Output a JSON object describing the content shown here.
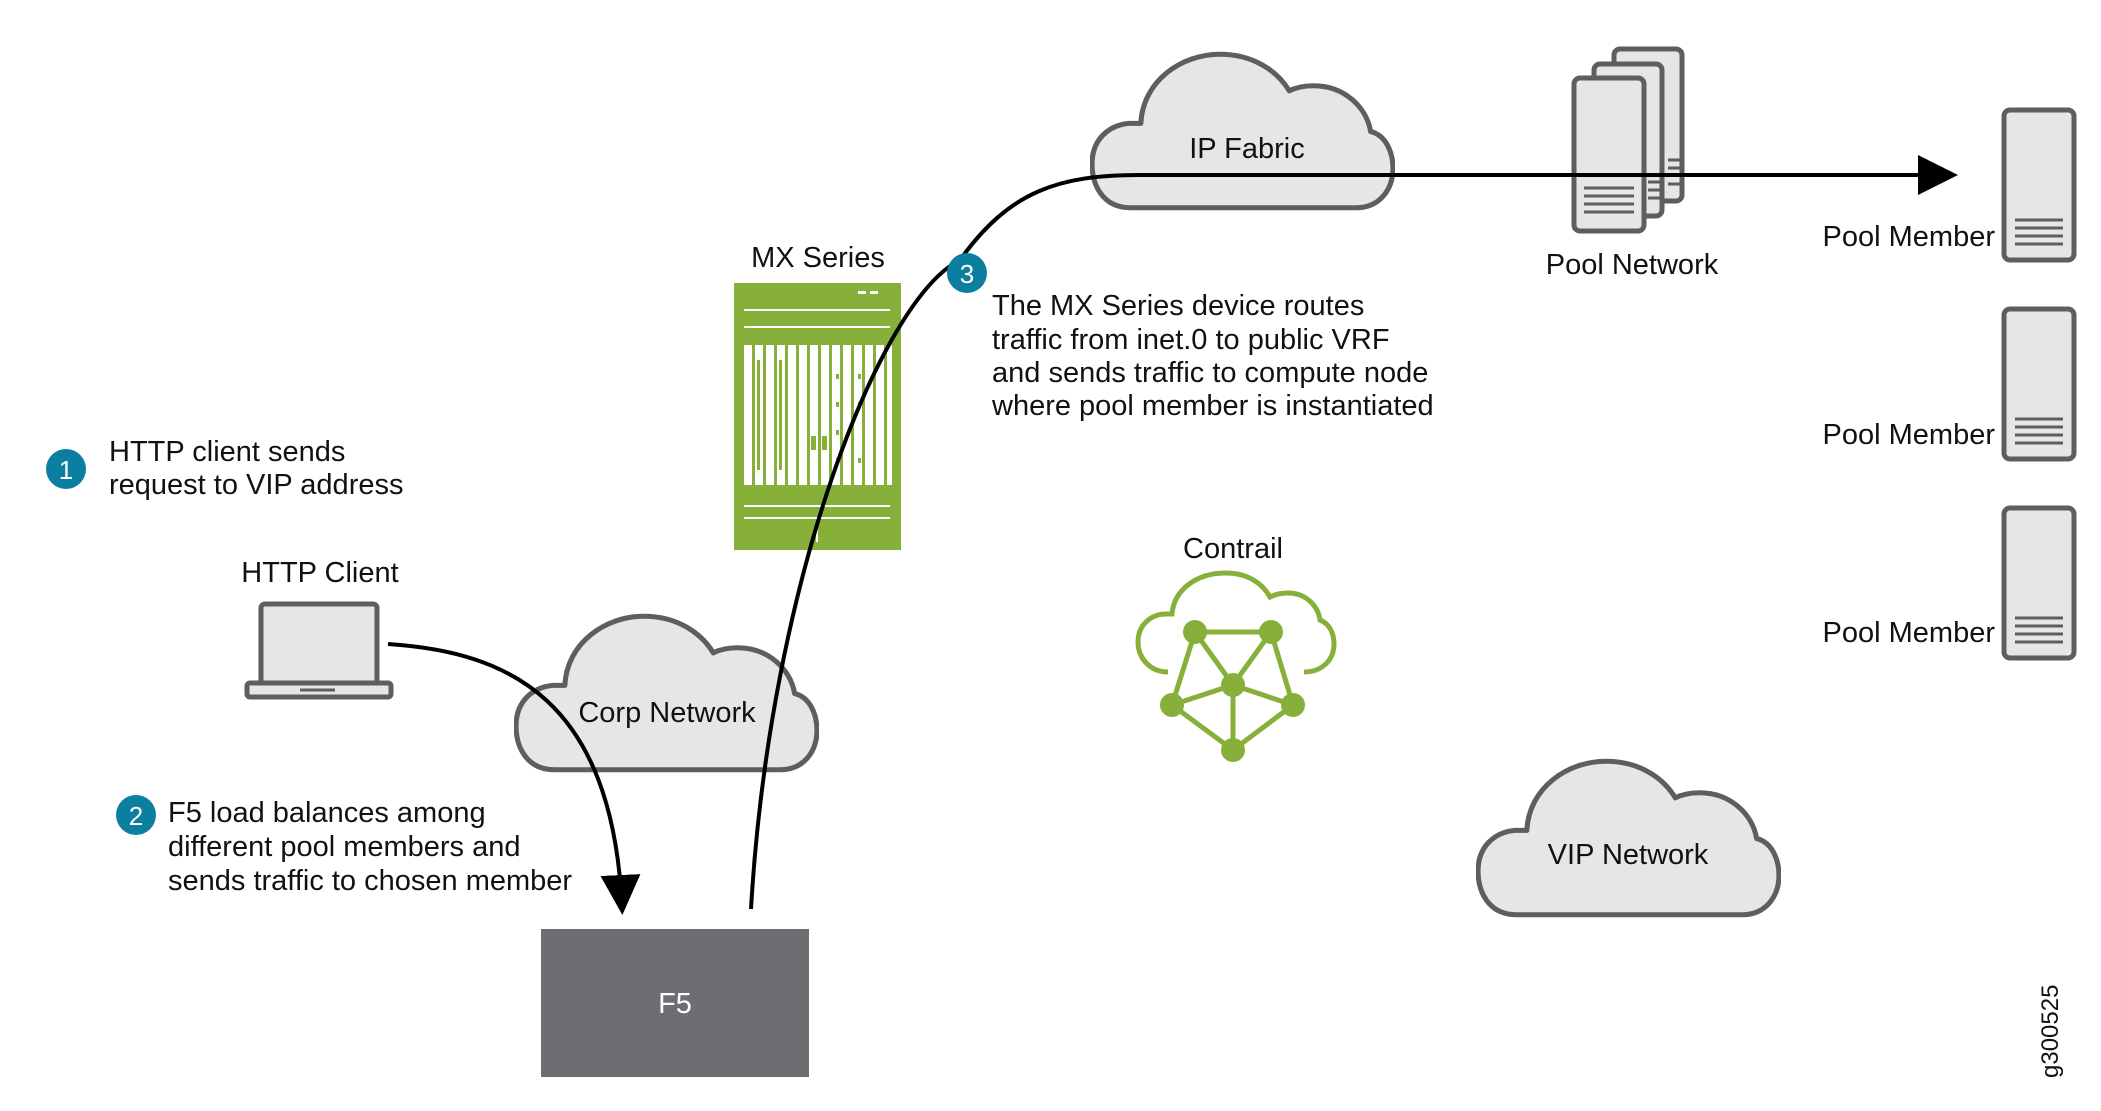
{
  "diagram": {
    "figure_id": "g300525",
    "colors": {
      "badge": "#0c7fa1",
      "device_green": "#86b03a",
      "cloud_fill": "#e6e6e6",
      "outline_gray": "#5e5e5e",
      "f5_fill": "#6d6e71",
      "connector": "#000000"
    },
    "nodes": {
      "ip_fabric": {
        "label": "IP Fabric",
        "icon": "cloud-icon"
      },
      "pool_network": {
        "label": "Pool Network",
        "icon": "server-stack-icon"
      },
      "pool_members": [
        {
          "label": "Pool Member",
          "icon": "server-icon"
        },
        {
          "label": "Pool Member",
          "icon": "server-icon"
        },
        {
          "label": "Pool Member",
          "icon": "server-icon"
        }
      ],
      "mx_series": {
        "label": "MX Series",
        "icon": "router-chassis-icon"
      },
      "contrail": {
        "label": "Contrail",
        "icon": "contrail-network-cloud-icon"
      },
      "http_client": {
        "label": "HTTP Client",
        "icon": "laptop-icon"
      },
      "corp_network": {
        "label": "Corp Network",
        "icon": "cloud-icon"
      },
      "vip_network": {
        "label": "VIP Network",
        "icon": "cloud-icon"
      },
      "f5": {
        "label": "F5",
        "icon": "load-balancer-box"
      }
    },
    "steps": [
      {
        "number": "1",
        "lines": [
          "HTTP client sends",
          "request to VIP address"
        ]
      },
      {
        "number": "2",
        "lines": [
          "F5 load balances among",
          "different pool members and",
          "sends traffic to chosen member"
        ]
      },
      {
        "number": "3",
        "lines": [
          "The MX Series device routes",
          "traffic from inet.0 to public VRF",
          "and sends traffic to compute node",
          "where pool member is instantiated"
        ]
      }
    ],
    "connections": [
      {
        "from": "HTTP Client",
        "to": "F5",
        "via": "Corp Network"
      },
      {
        "from": "F5",
        "to": "Pool Member",
        "via": "MX Series, IP Fabric, Pool Network"
      }
    ]
  }
}
